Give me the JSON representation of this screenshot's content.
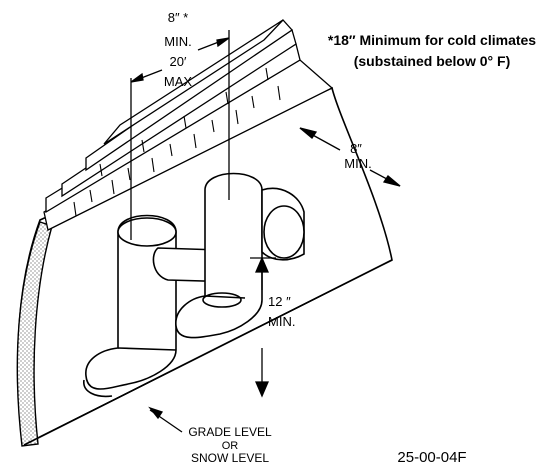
{
  "labels": {
    "vertical_clearance": [
      "8″ *",
      "MIN.",
      "20′",
      "MAX"
    ],
    "cold_note": [
      "*18″ Minimum for cold climates",
      "(substained below 0° F)"
    ],
    "wall_offset": [
      "8″",
      "MIN."
    ],
    "grade_height": [
      "12 ″",
      "MIN."
    ],
    "grade_level": [
      "GRADE LEVEL",
      "OR",
      "SNOW LEVEL"
    ],
    "figure_code": "25-00-04F"
  },
  "colors": {
    "ink": "#000000",
    "paper": "#ffffff",
    "stipple": "#555555"
  }
}
